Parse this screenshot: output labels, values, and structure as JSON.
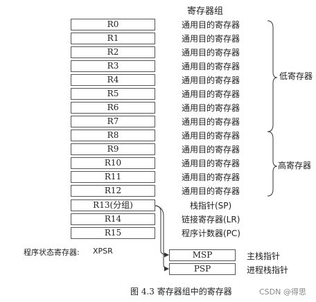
{
  "header": "寄存器组",
  "registers": [
    {
      "name": "R0",
      "role": "通用目的寄存器"
    },
    {
      "name": "R1",
      "role": "通用目的寄存器"
    },
    {
      "name": "R2",
      "role": "通用目的寄存器"
    },
    {
      "name": "R3",
      "role": "通用目的寄存器"
    },
    {
      "name": "R4",
      "role": "通用目的寄存器"
    },
    {
      "name": "R5",
      "role": "通用目的寄存器"
    },
    {
      "name": "R6",
      "role": "通用目的寄存器"
    },
    {
      "name": "R7",
      "role": "通用目的寄存器"
    },
    {
      "name": "R8",
      "role": "通用目的寄存器"
    },
    {
      "name": "R9",
      "role": "通用目的寄存器"
    },
    {
      "name": "R10",
      "role": "通用目的寄存器"
    },
    {
      "name": "R11",
      "role": "通用目的寄存器"
    },
    {
      "name": "R12",
      "role": "通用目的寄存器"
    },
    {
      "name": "R13(分组)",
      "role": "栈指针(SP)"
    },
    {
      "name": "R14",
      "role": "链接寄存器(LR)"
    },
    {
      "name": "R15",
      "role": "程序计数器(PC)"
    }
  ],
  "groups": {
    "low": "低寄存器",
    "high": "高寄存器"
  },
  "psr": {
    "label": "程序状态寄存器:",
    "value": "XPSR"
  },
  "stack_pointers": [
    {
      "name": "MSP",
      "role": "主栈指针"
    },
    {
      "name": "PSP",
      "role": "进程栈指针"
    }
  ],
  "caption": "图 4.3   寄存器组中的寄存器",
  "watermark": "CSDN @得思"
}
